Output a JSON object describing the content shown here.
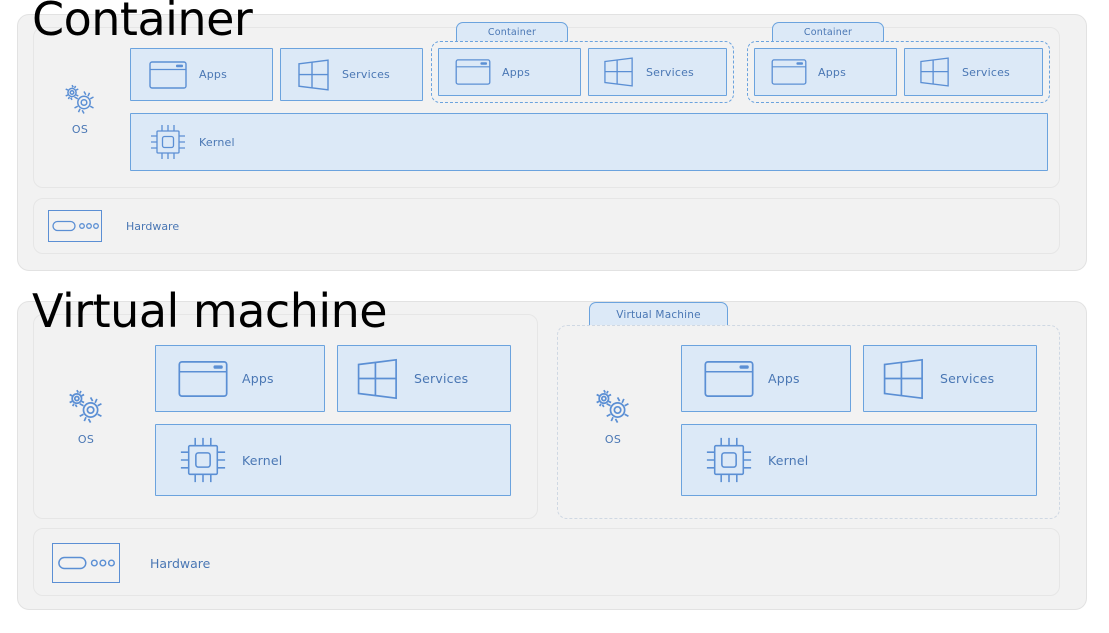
{
  "headings": {
    "container": "Container",
    "virtual_machine": "Virtual machine"
  },
  "labels": {
    "os": "OS",
    "apps": "Apps",
    "services": "Services",
    "kernel": "Kernel",
    "hardware": "Hardware",
    "container_tab": "Container",
    "vm_tab": "Virtual Machine"
  },
  "icons": {
    "os": "gears-icon",
    "apps": "app-window-icon",
    "services": "windows-panes-icon",
    "kernel": "cpu-chip-icon",
    "hardware": "server-rack-icon"
  },
  "colors": {
    "block_fill": "#dce9f7",
    "block_border": "#6ba3de",
    "panel_fill": "#f2f2f2",
    "panel_border": "#e2e2e2",
    "text_blue": "#4a77b4",
    "heading": "#000000",
    "dashed_border": "#6ba3de"
  },
  "container_section": {
    "heading": "Container",
    "os_label": "OS",
    "host_blocks": [
      {
        "label": "Apps",
        "icon": "app-window-icon"
      },
      {
        "label": "Services",
        "icon": "windows-panes-icon"
      }
    ],
    "kernel": {
      "label": "Kernel",
      "icon": "cpu-chip-icon"
    },
    "containers": [
      {
        "tab": "Container",
        "blocks": [
          {
            "label": "Apps",
            "icon": "app-window-icon"
          },
          {
            "label": "Services",
            "icon": "windows-panes-icon"
          }
        ]
      },
      {
        "tab": "Container",
        "blocks": [
          {
            "label": "Apps",
            "icon": "app-window-icon"
          },
          {
            "label": "Services",
            "icon": "windows-panes-icon"
          }
        ]
      }
    ],
    "hardware": {
      "label": "Hardware",
      "icon": "server-rack-icon"
    }
  },
  "vm_section": {
    "heading": "Virtual machine",
    "machines": [
      {
        "tab": null,
        "os_label": "OS",
        "blocks": [
          {
            "label": "Apps",
            "icon": "app-window-icon"
          },
          {
            "label": "Services",
            "icon": "windows-panes-icon"
          }
        ],
        "kernel": {
          "label": "Kernel",
          "icon": "cpu-chip-icon"
        }
      },
      {
        "tab": "Virtual Machine",
        "os_label": "OS",
        "blocks": [
          {
            "label": "Apps",
            "icon": "app-window-icon"
          },
          {
            "label": "Services",
            "icon": "windows-panes-icon"
          }
        ],
        "kernel": {
          "label": "Kernel",
          "icon": "cpu-chip-icon"
        }
      }
    ],
    "hardware": {
      "label": "Hardware",
      "icon": "server-rack-icon"
    }
  }
}
